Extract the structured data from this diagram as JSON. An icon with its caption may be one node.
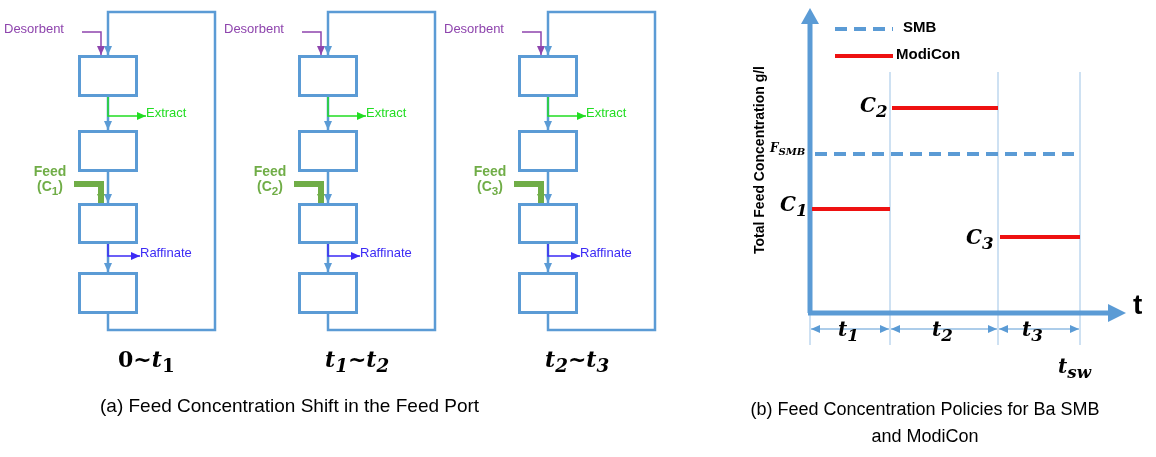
{
  "diagram": {
    "nodes": [
      {
        "text": [
          "Desorbent"
        ]
      },
      {
        "text": [],
        "shape": "box"
      },
      {
        "text": [
          "Extract"
        ]
      },
      {
        "text": [],
        "shape": "box"
      },
      {
        "text": [
          "Feed (C$_{1}$)"
        ]
      },
      {
        "text": [],
        "shape": "box"
      },
      {
        "text": [
          "Raffinate"
        ]
      },
      {
        "text": [],
        "shape": "box"
      },
      {
        "text": [
          "Desorbent"
        ]
      },
      {
        "text": [],
        "shape": "box"
      },
      {
        "text": [
          "Extract"
        ]
      },
      {
        "text": [],
        "shape": "box"
      },
      {
        "text": [
          "Feed (C$_{2}$)"
        ]
      },
      {
        "text": [],
        "shape": "box"
      },
      {
        "text": [
          "Raffinate"
        ]
      },
      {
        "text": [],
        "shape": "box"
      },
      {
        "text": [
          "Desorbent"
        ]
      },
      {
        "text": [],
        "shape": "box"
      },
      {
        "text": [
          "Extract"
        ]
      },
      {
        "text": [],
        "shape": "box"
      },
      {
        "text": [
          "Feed (C$_{3}$)"
        ]
      },
      {
        "text": [],
        "shape": "box"
      },
      {
        "text": [
          "Raffinate"
        ]
      },
      {
        "text": [],
        "shape": "box"
      }
    ],
    "edges": [
      {
        "from": 0,
        "to": 1,
        "arrow": "to",
        "color": "#8e44ad"
      },
      {
        "from": 1,
        "to": 3,
        "arrow": "to"
      },
      {
        "from": 1,
        "to": 2,
        "arrow": "to",
        "color": "#22dd22"
      },
      {
        "from": 3,
        "to": 5,
        "arrow": "to"
      },
      {
        "from": 4,
        "to": 5,
        "arrow": "to",
        "style": "thick",
        "color": "#70ad47"
      },
      {
        "from": 5,
        "to": 7,
        "arrow": "to"
      },
      {
        "from": 5,
        "to": 6,
        "arrow": "to",
        "color": "#3d2bf5"
      },
      {
        "from": 7,
        "to": 1,
        "arrow": "to"
      },
      {
        "from": 8,
        "to": 9,
        "arrow": "to",
        "color": "#8e44ad"
      },
      {
        "from": 9,
        "to": 11,
        "arrow": "to"
      },
      {
        "from": 9,
        "to": 10,
        "arrow": "to",
        "color": "#22dd22"
      },
      {
        "from": 11,
        "to": 13,
        "arrow": "to"
      },
      {
        "from": 12,
        "to": 13,
        "arrow": "to",
        "style": "thick",
        "color": "#70ad47"
      },
      {
        "from": 13,
        "to": 15,
        "arrow": "to"
      },
      {
        "from": 13,
        "to": 14,
        "arrow": "to",
        "color": "#3d2bf5"
      },
      {
        "from": 15,
        "to": 9,
        "arrow": "to"
      },
      {
        "from": 16,
        "to": 17,
        "arrow": "to",
        "color": "#8e44ad"
      },
      {
        "from": 17,
        "to": 19,
        "arrow": "to"
      },
      {
        "from": 17,
        "to": 18,
        "arrow": "to",
        "color": "#22dd22"
      },
      {
        "from": 19,
        "to": 21,
        "arrow": "to"
      },
      {
        "from": 20,
        "to": 21,
        "arrow": "to",
        "style": "thick",
        "color": "#70ad47"
      },
      {
        "from": 21,
        "to": 23,
        "arrow": "to"
      },
      {
        "from": 21,
        "to": 22,
        "arrow": "to",
        "color": "#3d2bf5"
      },
      {
        "from": 23,
        "to": 17,
        "arrow": "to"
      }
    ],
    "labels": [
      "0~*t*$_{1}$",
      "t$_{1}$~t$_{2}$",
      "t$_{2}$~t$_{3}$",
      "(a) Feed Concentration Shift in the Feed Port",
      "Total Feed Concentration g/l",
      "C$_{2}$",
      "F$_{SMB}$",
      "C$_{1}$",
      "C$_{3}$",
      "t",
      "t$_{1}$",
      "t$_{2}$",
      "t$_{3}$",
      "t$_{sw}$",
      "(b) Feed Concentration Policies for Ba SMB and ModiCon"
    ],
    "legend": [
      {
        "text": "SMB"
      },
      {
        "text": "ModiCon"
      }
    ]
  }
}
